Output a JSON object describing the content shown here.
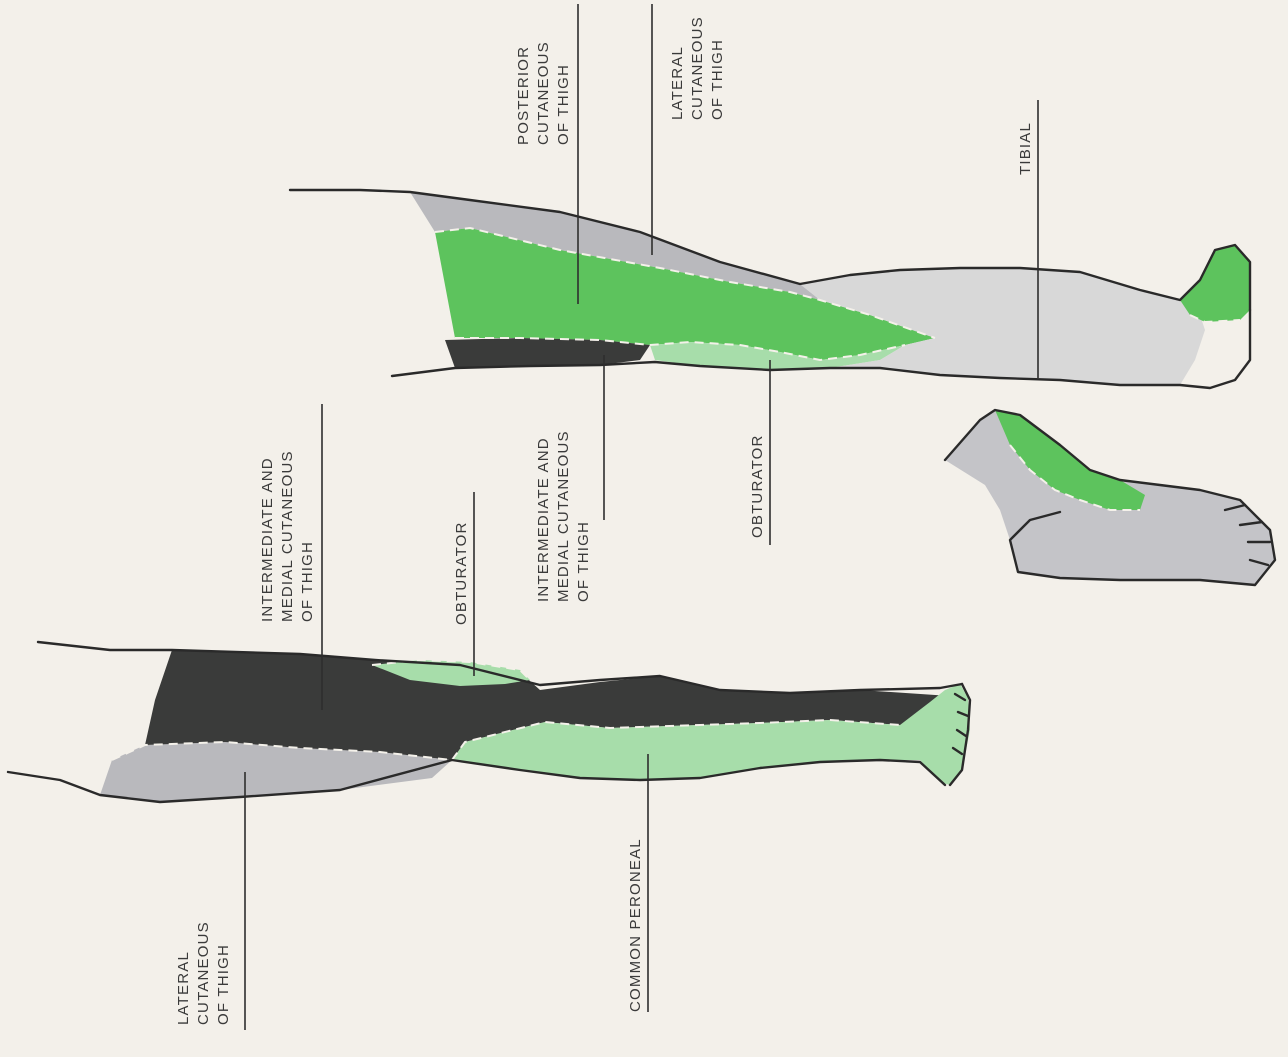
{
  "colors": {
    "paper": "#f3f0ea",
    "dark_region": "#3a3b3a",
    "light_gray_region": "#b9b9bd",
    "bright_green_region": "#5dc35d",
    "pale_green_region": "#a7ddaa",
    "plain_gray_region": "#d8d8d8",
    "outline": "#2a2a2a"
  },
  "legend_hint": "none",
  "labels": {
    "posterior_cutaneous": [
      "POSTERIOR",
      "CUTANEOUS",
      "OF THIGH"
    ],
    "lateral_cutaneous_top": [
      "LATERAL",
      "CUTANEOUS",
      "OF THIGH"
    ],
    "tibial": [
      "TIBIAL"
    ],
    "intermediate_medial_top": [
      "INTERMEDIATE AND",
      "MEDIAL CUTANEOUS",
      "OF THIGH"
    ],
    "obturator_top": [
      "OBTURATOR"
    ],
    "obturator_mid": [
      "OBTURATOR"
    ],
    "intermediate_medial_mid": [
      "INTERMEDIATE AND",
      "MEDIAL CUTANEOUS",
      "OF THIGH"
    ],
    "lateral_cutaneous_bottom": [
      "LATERAL",
      "CUTANEOUS",
      "OF THIGH"
    ],
    "common_peroneal": [
      "COMMON PERONEAL"
    ]
  }
}
